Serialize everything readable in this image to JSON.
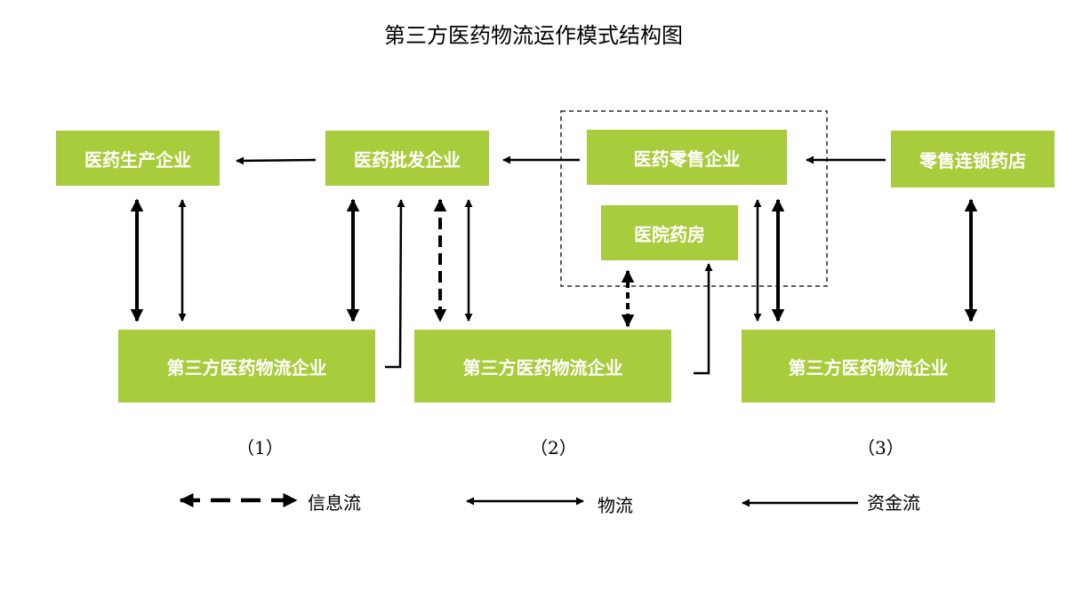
{
  "diagram": {
    "title": "第三方医药物流运作模式结构图",
    "boxes": {
      "manufacturer": "医药生产企业",
      "wholesaler": "医药批发企业",
      "retailer": "医药零售企业",
      "hospital_pharmacy": "医院药房",
      "chain_pharmacy": "零售连锁药店",
      "logistics_1": "第三方医药物流企业",
      "logistics_2": "第三方医药物流企业",
      "logistics_3": "第三方医药物流企业"
    },
    "captions": [
      "（1）",
      "（2）",
      "（3）"
    ],
    "legend": {
      "info_flow": "信息流",
      "logistics_flow": "物流",
      "capital_flow": "资金流"
    },
    "colors": {
      "box_fill": "#a8cc3c",
      "box_text": "#ffffff",
      "arrow": "#000000"
    }
  }
}
